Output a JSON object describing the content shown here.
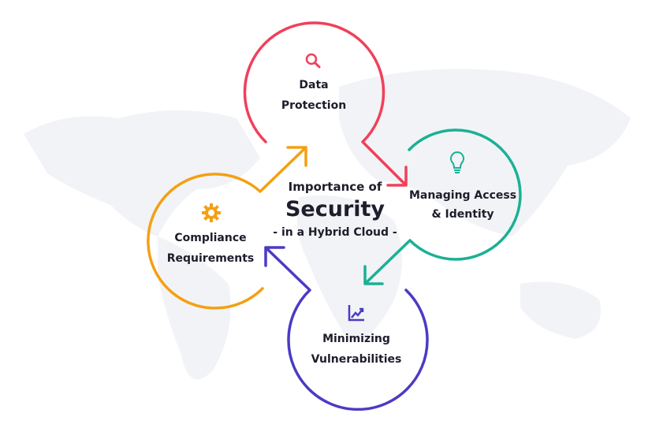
{
  "center": {
    "line1": "Importance of",
    "title": "Security",
    "subtitle": "- in a Hybrid Cloud -"
  },
  "nodes": [
    {
      "id": "data-protection",
      "label1": "Data",
      "label2": "Protection",
      "icon": "search-icon",
      "color": "#f0405a"
    },
    {
      "id": "managing-access",
      "label1": "Managing Access",
      "label2": "& Identity",
      "icon": "lightbulb-icon",
      "color": "#1bb096"
    },
    {
      "id": "minimizing-vulnerabilities",
      "label1": "Minimizing",
      "label2": "Vulnerabilities",
      "icon": "chart-trend-icon",
      "color": "#4b3bc4"
    },
    {
      "id": "compliance",
      "label1": "Compliance",
      "label2": "Requirements",
      "icon": "gear-icon",
      "color": "#f4a012"
    }
  ]
}
